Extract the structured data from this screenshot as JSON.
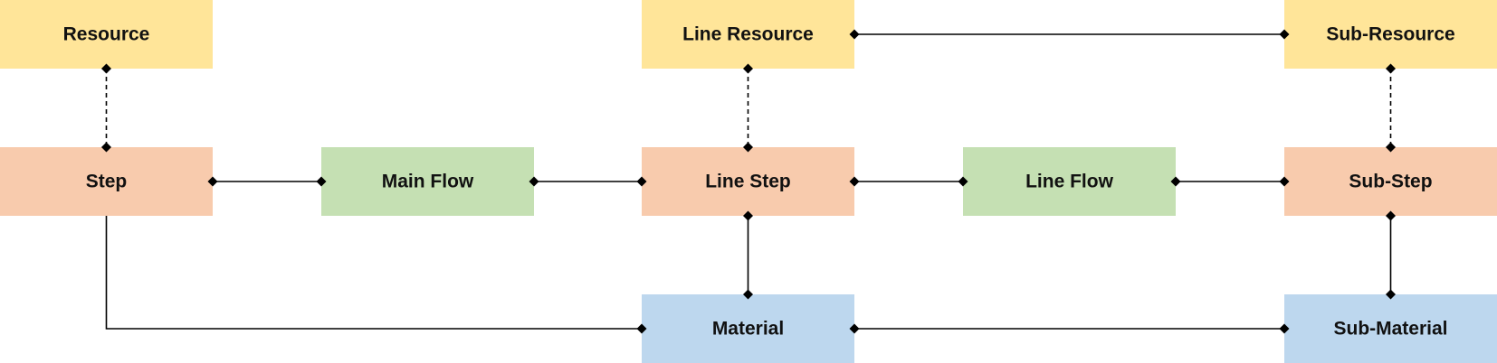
{
  "colors": {
    "resource": "#ffe599",
    "step": "#f8cbad",
    "flow": "#c5e0b3",
    "material": "#bdd7ee",
    "line": "#000000"
  },
  "nodes": [
    {
      "id": "resource",
      "label": "Resource",
      "kind": "resource"
    },
    {
      "id": "line-resource",
      "label": "Line Resource",
      "kind": "resource"
    },
    {
      "id": "sub-resource",
      "label": "Sub-Resource",
      "kind": "resource"
    },
    {
      "id": "step",
      "label": "Step",
      "kind": "step"
    },
    {
      "id": "main-flow",
      "label": "Main Flow",
      "kind": "flow"
    },
    {
      "id": "line-step",
      "label": "Line Step",
      "kind": "step"
    },
    {
      "id": "line-flow",
      "label": "Line Flow",
      "kind": "flow"
    },
    {
      "id": "sub-step",
      "label": "Sub-Step",
      "kind": "step"
    },
    {
      "id": "material",
      "label": "Material",
      "kind": "material"
    },
    {
      "id": "sub-material",
      "label": "Sub-Material",
      "kind": "material"
    }
  ],
  "edges": [
    {
      "from": "resource",
      "to": "step",
      "style": "dashed"
    },
    {
      "from": "line-resource",
      "to": "line-step",
      "style": "dashed"
    },
    {
      "from": "sub-resource",
      "to": "sub-step",
      "style": "dashed"
    },
    {
      "from": "line-resource",
      "to": "sub-resource",
      "style": "solid"
    },
    {
      "from": "step",
      "to": "main-flow",
      "style": "solid"
    },
    {
      "from": "main-flow",
      "to": "line-step",
      "style": "solid"
    },
    {
      "from": "line-step",
      "to": "line-flow",
      "style": "solid"
    },
    {
      "from": "line-flow",
      "to": "sub-step",
      "style": "solid"
    },
    {
      "from": "line-step",
      "to": "material",
      "style": "solid"
    },
    {
      "from": "sub-step",
      "to": "sub-material",
      "style": "solid"
    },
    {
      "from": "step",
      "to": "material",
      "style": "solid"
    },
    {
      "from": "material",
      "to": "sub-material",
      "style": "solid"
    }
  ]
}
